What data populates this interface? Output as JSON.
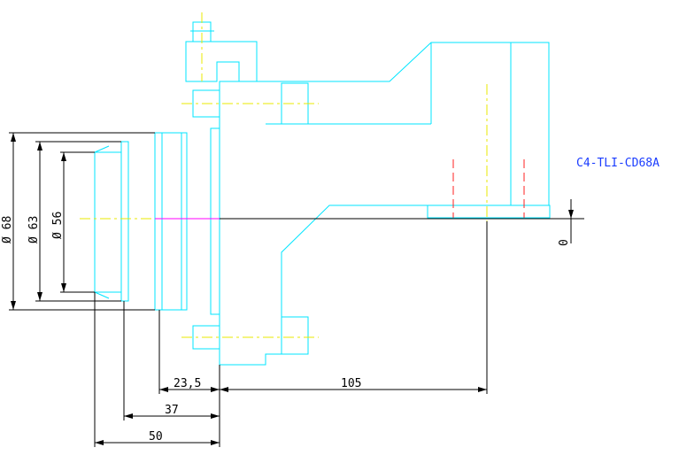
{
  "drawing": {
    "part_label": "C4-TLI-CD68A",
    "dimensions": {
      "dia_68": "Ø 68",
      "dia_63": "Ø 63",
      "dia_56": "Ø 56",
      "len_23_5": "23,5",
      "len_37": "37",
      "len_50": "50",
      "len_105": "105",
      "offset_0": "0"
    },
    "colors": {
      "outline": "#00e5ff",
      "centerline": "#e8e800",
      "hidden": "#ff2020",
      "axis": "#ff00ff",
      "dimension": "#000000",
      "label": "#1a3cff"
    }
  }
}
